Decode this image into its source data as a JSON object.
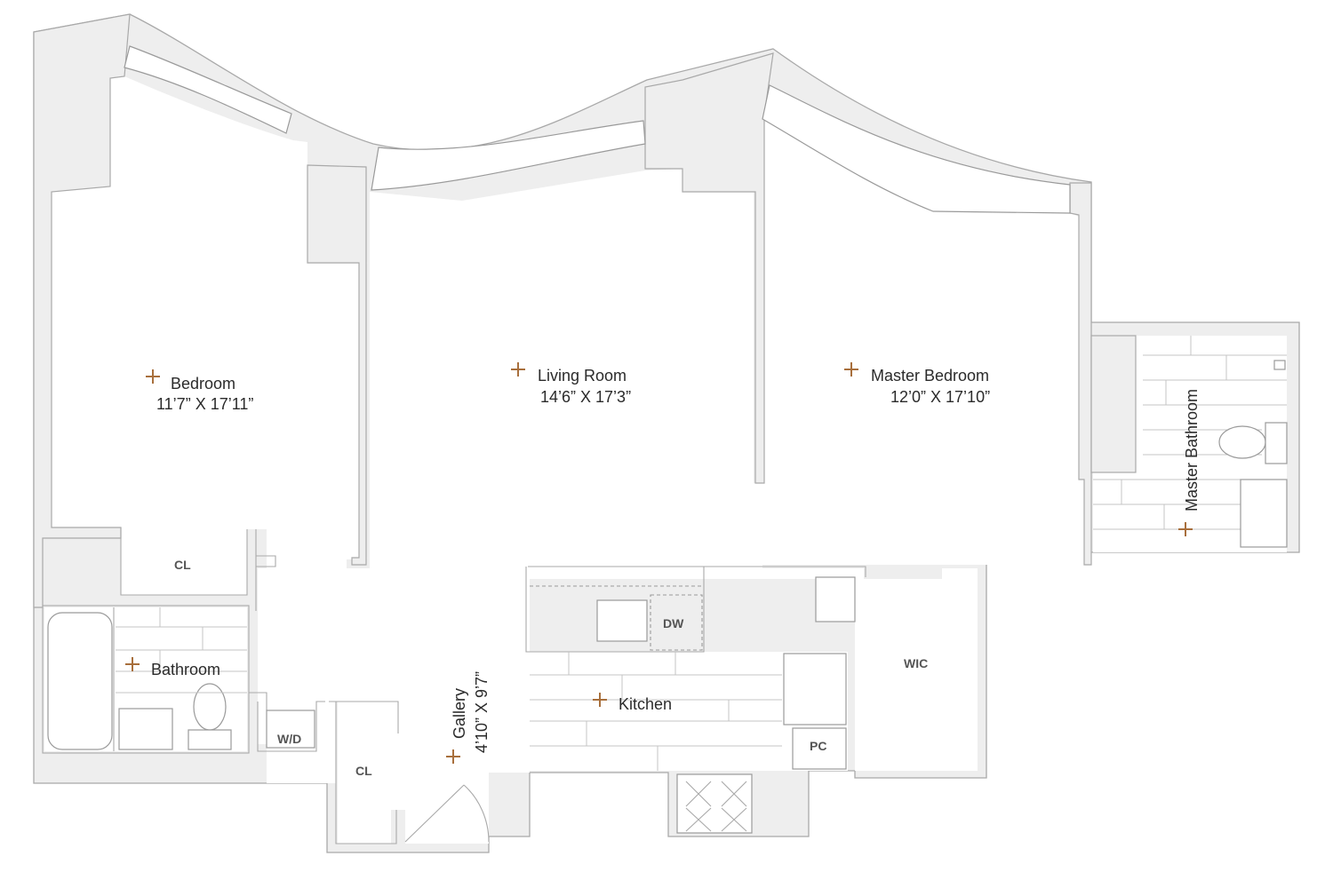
{
  "rooms": {
    "bedroom": {
      "name": "Bedroom",
      "dims": "11’7” X 17’11”"
    },
    "living": {
      "name": "Living Room",
      "dims": "14’6” X 17’3”"
    },
    "master": {
      "name": "Master Bedroom",
      "dims": "12’0” X 17’10”"
    },
    "master_bath": {
      "name": "Master Bathroom"
    },
    "bathroom": {
      "name": "Bathroom"
    },
    "kitchen": {
      "name": "Kitchen"
    },
    "gallery": {
      "name": "Gallery",
      "dims": "4’10” X 9’7”"
    }
  },
  "fixtures": {
    "closet_1": "CL",
    "closet_2": "CL",
    "washer_dryer": "W/D",
    "dishwasher": "DW",
    "pantry_closet": "PC",
    "walk_in_closet": "WIC"
  },
  "colors": {
    "wall_fill": "#eeeeee",
    "wall_stroke": "#a9a9a9",
    "marker": "#a86f3c",
    "text": "#2b2b2b"
  }
}
